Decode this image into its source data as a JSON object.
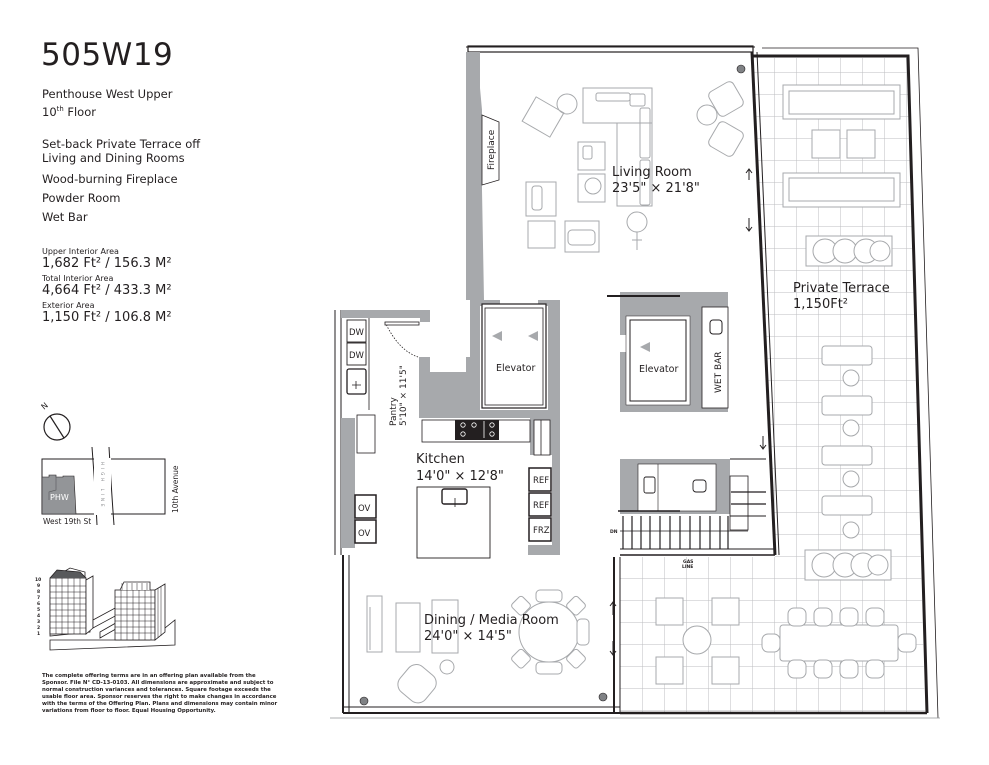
{
  "header": {
    "building_main": "505",
    "building_suffix": "W19",
    "unit_name": "Penthouse West Upper",
    "floor_number": "10",
    "floor_suffix": "th",
    "floor_word": "Floor"
  },
  "features": [
    "Set-back Private Terrace off Living and Dining Rooms",
    "Wood-burning Fireplace",
    "Powder Room",
    "Wet Bar"
  ],
  "areas": [
    {
      "label": "Upper Interior Area",
      "value": "1,682 Ft² / 156.3 M²"
    },
    {
      "label": "Total Interior Area",
      "value": "4,664 Ft² / 433.3 M²"
    },
    {
      "label": "Exterior Area",
      "value": "1,150 Ft² / 106.8 M²"
    }
  ],
  "location_map": {
    "north_label": "N",
    "unit_tag": "PHW",
    "high_line_label": "HIGH LINE",
    "avenue_label": "10th Avenue",
    "street_label": "West 19th St"
  },
  "building_diagram": {
    "floor_numbers": [
      "10",
      "9",
      "8",
      "7",
      "6",
      "5",
      "4",
      "3",
      "2",
      "1"
    ]
  },
  "disclaimer": "The complete offering terms are in an offering plan available from the Sponsor. File N° CD-13-0103. All dimensions are approximate and subject to normal construction variances and tolerances. Square footage exceeds the usable floor area. Sponsor reserves the right to make changes in accordance with the terms of the Offering Plan. Plans and dimensions may contain minor variations from floor to floor. Equal Housing Opportunity.",
  "rooms": {
    "living": {
      "name": "Living Room",
      "dims": "23'5\" × 21'8\""
    },
    "terrace": {
      "name": "Private Terrace",
      "dims": "1,150Ft²"
    },
    "kitchen": {
      "name": "Kitchen",
      "dims": "14'0\" × 12'8\""
    },
    "pantry": {
      "name": "Pantry",
      "dims": "5'10\" × 11'5\""
    },
    "dining": {
      "name": "Dining / Media Room",
      "dims": "24'0\" × 14'5\""
    }
  },
  "fixtures": {
    "fireplace": "Fireplace",
    "elevator_1": "Elevator",
    "elevator_2": "Elevator",
    "wet_bar": "WET BAR",
    "dw": "DW",
    "ov": "OV",
    "ref": "REF",
    "frz": "FRZ",
    "dn": "DN",
    "gas_line_1": "GAS",
    "gas_line_2": "LINE"
  },
  "colors": {
    "wall": "#a7a9ac",
    "ink": "#231f20",
    "furniture": "#b3b3b3",
    "grid": "#bcbec0"
  }
}
